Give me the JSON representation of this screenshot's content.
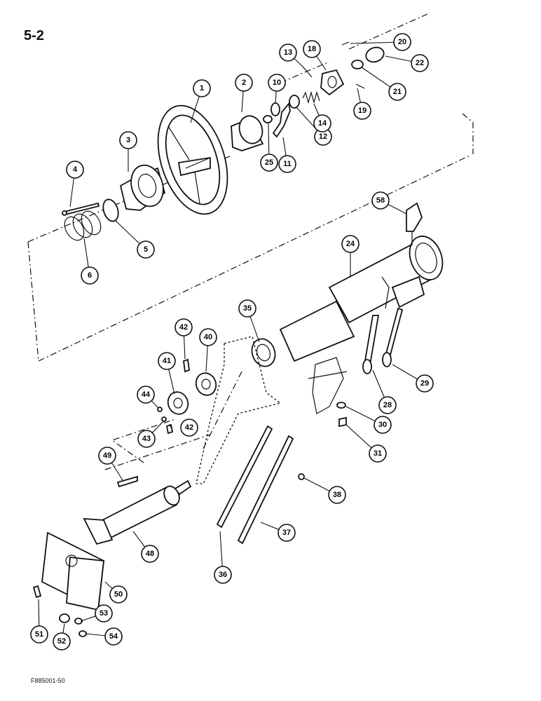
{
  "page": {
    "number": "5-2",
    "figure_id": "F885001-50"
  },
  "callouts": [
    {
      "id": "c1",
      "label": "1"
    },
    {
      "id": "c2",
      "label": "2"
    },
    {
      "id": "c3",
      "label": "3"
    },
    {
      "id": "c4",
      "label": "4"
    },
    {
      "id": "c5",
      "label": "5"
    },
    {
      "id": "c6",
      "label": "6"
    },
    {
      "id": "c10",
      "label": "10"
    },
    {
      "id": "c11",
      "label": "11"
    },
    {
      "id": "c12",
      "label": "12"
    },
    {
      "id": "c13",
      "label": "13"
    },
    {
      "id": "c14",
      "label": "14"
    },
    {
      "id": "c18",
      "label": "18"
    },
    {
      "id": "c19",
      "label": "19"
    },
    {
      "id": "c20",
      "label": "20"
    },
    {
      "id": "c21",
      "label": "21"
    },
    {
      "id": "c22",
      "label": "22"
    },
    {
      "id": "c24",
      "label": "24"
    },
    {
      "id": "c25",
      "label": "25"
    },
    {
      "id": "c28",
      "label": "28"
    },
    {
      "id": "c29",
      "label": "29"
    },
    {
      "id": "c30",
      "label": "30"
    },
    {
      "id": "c31",
      "label": "31"
    },
    {
      "id": "c35",
      "label": "35"
    },
    {
      "id": "c36",
      "label": "36"
    },
    {
      "id": "c37",
      "label": "37"
    },
    {
      "id": "c38",
      "label": "38"
    },
    {
      "id": "c40",
      "label": "40"
    },
    {
      "id": "c41",
      "label": "41"
    },
    {
      "id": "c42a",
      "label": "42"
    },
    {
      "id": "c42b",
      "label": "42"
    },
    {
      "id": "c43",
      "label": "43"
    },
    {
      "id": "c44",
      "label": "44"
    },
    {
      "id": "c48",
      "label": "48"
    },
    {
      "id": "c49",
      "label": "49"
    },
    {
      "id": "c50",
      "label": "50"
    },
    {
      "id": "c51",
      "label": "51"
    },
    {
      "id": "c52",
      "label": "52"
    },
    {
      "id": "c53",
      "label": "53"
    },
    {
      "id": "c54",
      "label": "54"
    },
    {
      "id": "c58",
      "label": "58"
    }
  ]
}
